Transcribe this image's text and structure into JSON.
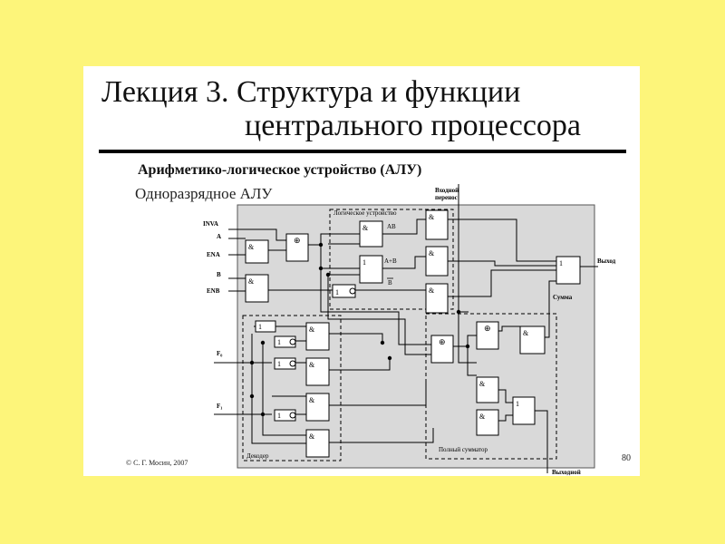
{
  "slide": {
    "title_line1": "Лекция 3.  Структура и функции",
    "title_line2": "центрального процессора",
    "subtitle": "Арифметико-логическое устройство (АЛУ)",
    "caption": "Одноразрядное АЛУ",
    "footer": "© С. Г. Мосин, 2007",
    "page_number": "80"
  },
  "diagram": {
    "blocks": {
      "logic_unit": "Логическое устройство",
      "decoder": "Декодер",
      "full_adder": "Полный сумматор"
    },
    "inputs": [
      "INVA",
      "A",
      "ENA",
      "B",
      "ENB",
      "F₀",
      "F₁"
    ],
    "outputs": {
      "carry_in": [
        "Входной",
        "перенос"
      ],
      "output": "Выход",
      "sum": "Сумма",
      "carry_out": "Выходной"
    },
    "signal_labels": {
      "ab": "AB",
      "a_or_b": "A+B",
      "not_b": "B"
    },
    "gate_symbols": {
      "and": "&",
      "or": "1",
      "xor": "⊕",
      "buf": "1"
    },
    "colors": {
      "background": "#fdf57a",
      "slide": "#ffffff",
      "block_fill": "#d9d9d9",
      "line": "#000000"
    }
  }
}
